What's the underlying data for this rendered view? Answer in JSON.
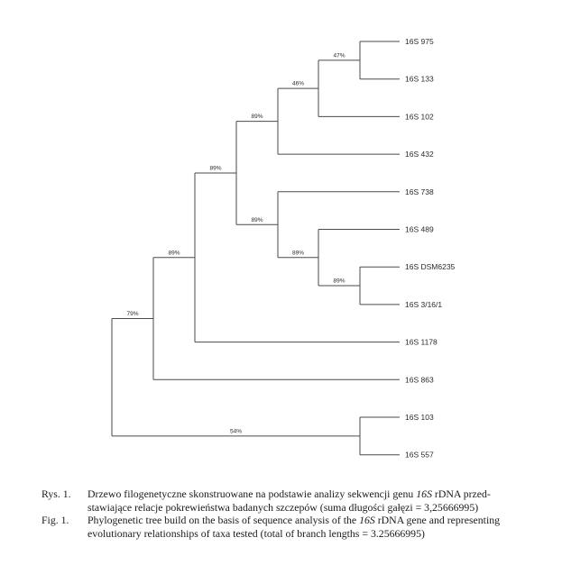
{
  "tree": {
    "leaves": [
      "16S 975",
      "16S 133",
      "16S 102",
      "16S 432",
      "16S 738",
      "16S 489",
      "16S DSM6235",
      "16S 3/16/1",
      "16S 1178",
      "16S 863",
      "16S 103",
      "16S 557"
    ],
    "nodes": [
      {
        "id": "n1",
        "children": [
          "16S 975",
          "16S 133"
        ],
        "support": "47%"
      },
      {
        "id": "n2",
        "children": [
          "n1",
          "16S 102"
        ],
        "support": "46%"
      },
      {
        "id": "n3",
        "children": [
          "n2",
          "16S 432"
        ],
        "support": "89%"
      },
      {
        "id": "n4",
        "children": [
          "16S DSM6235",
          "16S 3/16/1"
        ],
        "support": "89%"
      },
      {
        "id": "n5",
        "children": [
          "16S 489",
          "n4"
        ],
        "support": "89%"
      },
      {
        "id": "n6",
        "children": [
          "16S 738",
          "n5"
        ],
        "support": "89%"
      },
      {
        "id": "n7",
        "children": [
          "n3",
          "n6"
        ],
        "support": "89%"
      },
      {
        "id": "n8",
        "children": [
          "n7",
          "16S 1178"
        ],
        "support": "89%"
      },
      {
        "id": "n9",
        "children": [
          "n8",
          "16S 863"
        ],
        "support": "79%"
      },
      {
        "id": "n10",
        "children": [
          "16S 103",
          "16S 557"
        ],
        "support": "54%"
      },
      {
        "id": "root",
        "children": [
          "n9",
          "n10"
        ],
        "support": ""
      }
    ]
  },
  "caption_pl": {
    "key": "Rys. 1.",
    "line1_a": "Drzewo filogenetyczne skonstruowane na podstawie analizy sekwencji genu ",
    "line1_gene": "16S",
    "line1_b": " rDNA przed-",
    "line2": "stawiające relacje pokrewieństwa badanych szczepów (suma długości gałęzi = 3,25666995)"
  },
  "caption_en": {
    "key": "Fig. 1.",
    "line1_a": "Phylogenetic tree build on the basis of sequence analysis of the ",
    "line1_gene": "16S",
    "line1_b": " rDNA gene and representing",
    "line2": "evolutionary relationships of taxa tested (total of branch lengths = 3.25666995)"
  }
}
